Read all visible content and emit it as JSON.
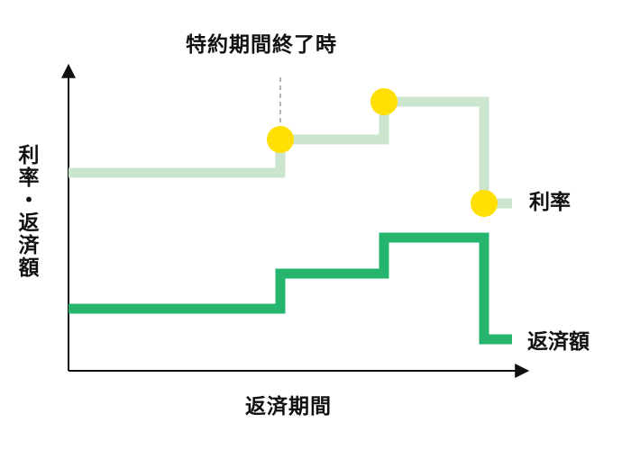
{
  "diagram": {
    "annotation": "特約期間終了時",
    "x_axis_label": "返済期間",
    "y_axis_label": "利率・返済額",
    "rate_series_label": "利率",
    "payment_series_label": "返済額",
    "colors": {
      "rate_line": "#cce5cf",
      "payment_line": "#25b56e",
      "markers": "#ffe000",
      "axis": "#111111",
      "dashed_guide": "#999999"
    }
  }
}
